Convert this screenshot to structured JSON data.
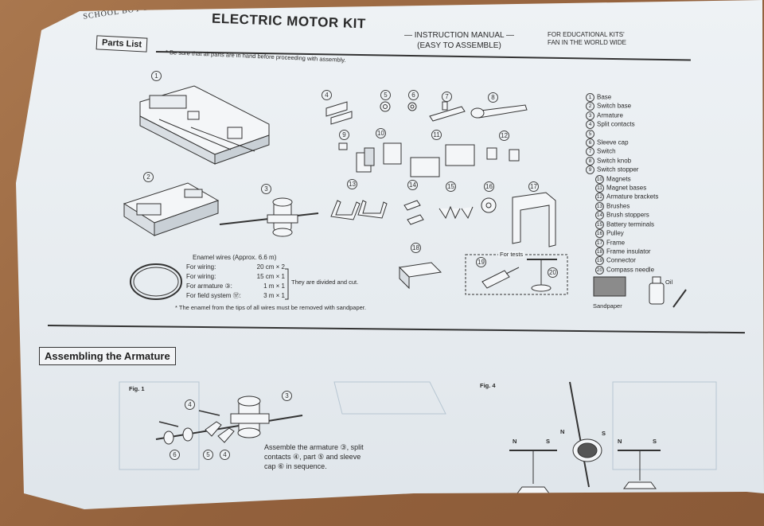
{
  "header": {
    "brand": "SCHOOL BOY BUILD",
    "title": "ELECTRIC MOTOR KIT",
    "subtitle_line1": "— INSTRUCTION MANUAL —",
    "subtitle_line2": "(EASY TO ASSEMBLE)",
    "edu_line1": "FOR EDUCATIONAL KITS'",
    "edu_line2": "FAN IN THE WORLD WIDE"
  },
  "parts_list": {
    "heading": "Parts List",
    "note": "* Be sure that all parts are in hand before proceeding with assembly.",
    "legend": [
      {
        "num": "1",
        "label": "Base"
      },
      {
        "num": "2",
        "label": "Switch base"
      },
      {
        "num": "3",
        "label": "Armature"
      },
      {
        "num": "4",
        "label": "Split contacts"
      },
      {
        "num": "5",
        "label": ""
      },
      {
        "num": "6",
        "label": "Sleeve cap"
      },
      {
        "num": "7",
        "label": "Switch"
      },
      {
        "num": "8",
        "label": "Switch knob"
      },
      {
        "num": "9",
        "label": "Switch stopper"
      },
      {
        "num": "10",
        "label": "Magnets"
      },
      {
        "num": "11",
        "label": "Magnet bases"
      },
      {
        "num": "12",
        "label": "Armature brackets"
      },
      {
        "num": "13",
        "label": "Brushes"
      },
      {
        "num": "14",
        "label": "Brush stoppers"
      },
      {
        "num": "15",
        "label": "Battery terminals"
      },
      {
        "num": "16",
        "label": "Pulley"
      },
      {
        "num": "17",
        "label": "Frame"
      },
      {
        "num": "18",
        "label": "Frame insulator"
      },
      {
        "num": "19",
        "label": "Connector"
      },
      {
        "num": "20",
        "label": "Compass needle"
      }
    ],
    "wires_title": "Enamel wires (Approx. 6.6 m)",
    "wires": [
      {
        "use": "For wiring:",
        "amount": "20 cm × 2"
      },
      {
        "use": "For wiring:",
        "amount": "15 cm × 1"
      },
      {
        "use": "For armature ③:",
        "amount": "1 m × 1"
      },
      {
        "use": "For field system ⑰:",
        "amount": "3 m × 1"
      }
    ],
    "wires_bracket_note": "They are divided and cut.",
    "wires_warning": "* The enamel from the tips of all wires must be removed with sandpaper.",
    "for_tests": "For tests",
    "sandpaper": "Sandpaper",
    "oil": "Oil"
  },
  "assembly": {
    "heading": "Assembling the Armature",
    "fig1": "Fig. 1",
    "fig4": "Fig. 4",
    "instruction_line1": "Assemble the armature ③, split",
    "instruction_line2": "contacts ④, part ⑤ and sleeve",
    "instruction_line3": "cap ⑥ in sequence.",
    "pole_n": "N",
    "pole_s": "S"
  }
}
